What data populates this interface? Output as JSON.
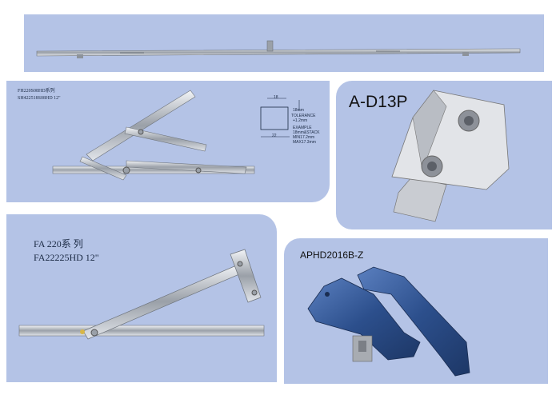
{
  "products": {
    "friction_stay_small": {
      "line1": "FH220S08HD系列",
      "line2": "SH422518S08HD  12\""
    },
    "diagram": {
      "width_top": "18",
      "width_bottom": "22",
      "height": "18mm",
      "tolerance": "TOLERANCE",
      "tolerance_value": "+1.2mm",
      "example": "EXAMPLE",
      "stack": "18mm&STACK",
      "min": "MIN17.2mm",
      "max": "MAX17.3mm"
    },
    "striker": {
      "model": "A-D13P"
    },
    "friction_stay_large": {
      "line1": "FA 220系 列",
      "line2": "FA22225HD 12\""
    },
    "handle": {
      "model": "APHD2016B-Z"
    }
  }
}
